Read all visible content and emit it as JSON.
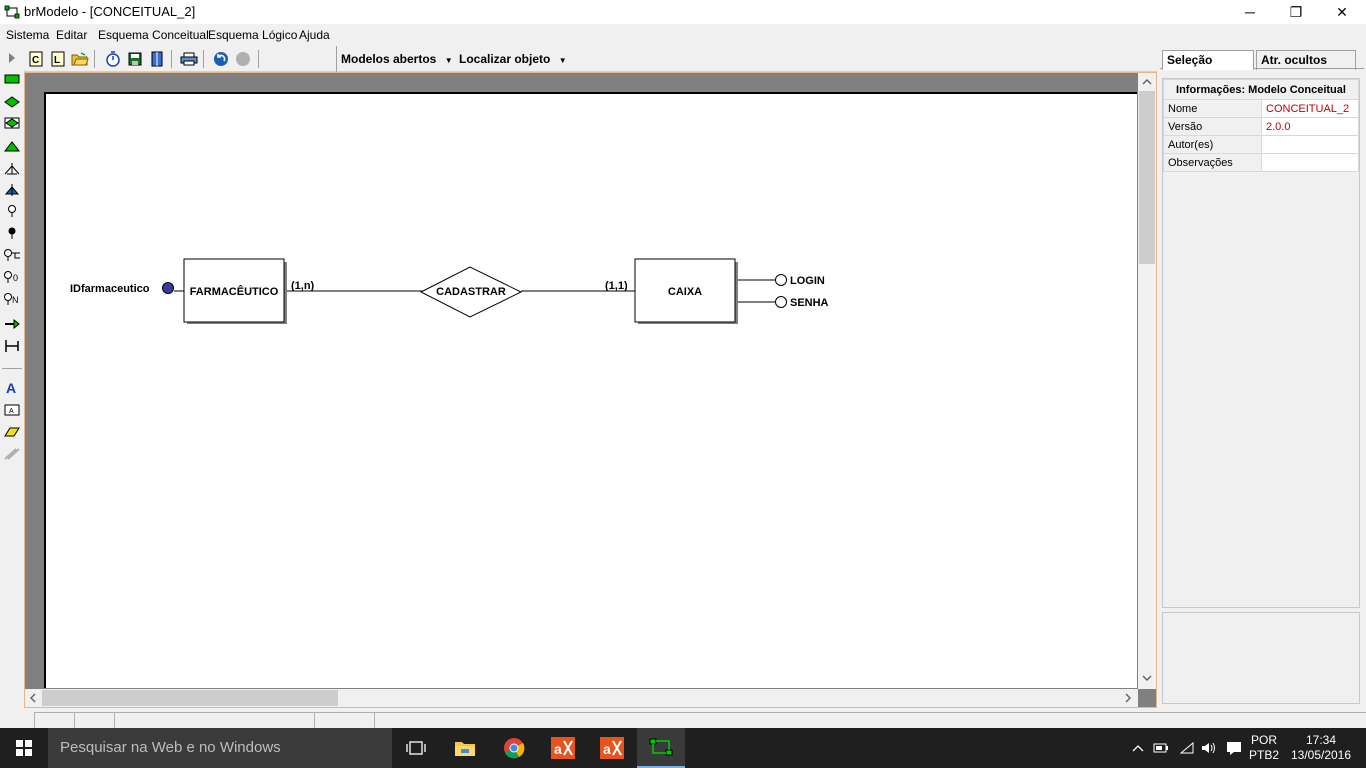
{
  "window": {
    "title": "brModelo - [CONCEITUAL_2]",
    "minimize": "─",
    "maximize": "❐",
    "close": "✕"
  },
  "menu": {
    "items": [
      "Sistema",
      "Editar",
      "Esquema Conceitual",
      "Esquema Lógico",
      "Ajuda"
    ]
  },
  "toolbar": {
    "modelos_abertos": "Modelos abertos",
    "localizar_objeto": "Localizar objeto",
    "dropdown_arrow": "▼"
  },
  "diagram": {
    "entity1": "FARMACÊUTICO",
    "entity2": "CAIXA",
    "relationship": "CADASTRAR",
    "card1": "(1,n)",
    "card2": "(1,1)",
    "attr_key": "IDfarmaceutico",
    "attr1": "LOGIN",
    "attr2": "SENHA"
  },
  "right_panel": {
    "tab_selecao": "Seleção",
    "tab_atr_ocultos": "Atr. ocultos",
    "info_title": "Informações: Modelo Conceitual",
    "rows": [
      {
        "key": "Nome",
        "value": "CONCEITUAL_2"
      },
      {
        "key": "Versão",
        "value": "2.0.0"
      },
      {
        "key": "Autor(es)",
        "value": ""
      },
      {
        "key": "Observações",
        "value": ""
      }
    ]
  },
  "taskbar": {
    "search_placeholder": "Pesquisar na Web e no Windows",
    "lang1": "POR",
    "lang2": "PTB2",
    "time": "17:34",
    "date": "13/05/2016"
  },
  "colors": {
    "entity_tool": "#00c000",
    "accent_orange": "#e8b58a",
    "value_red": "#c00000"
  }
}
